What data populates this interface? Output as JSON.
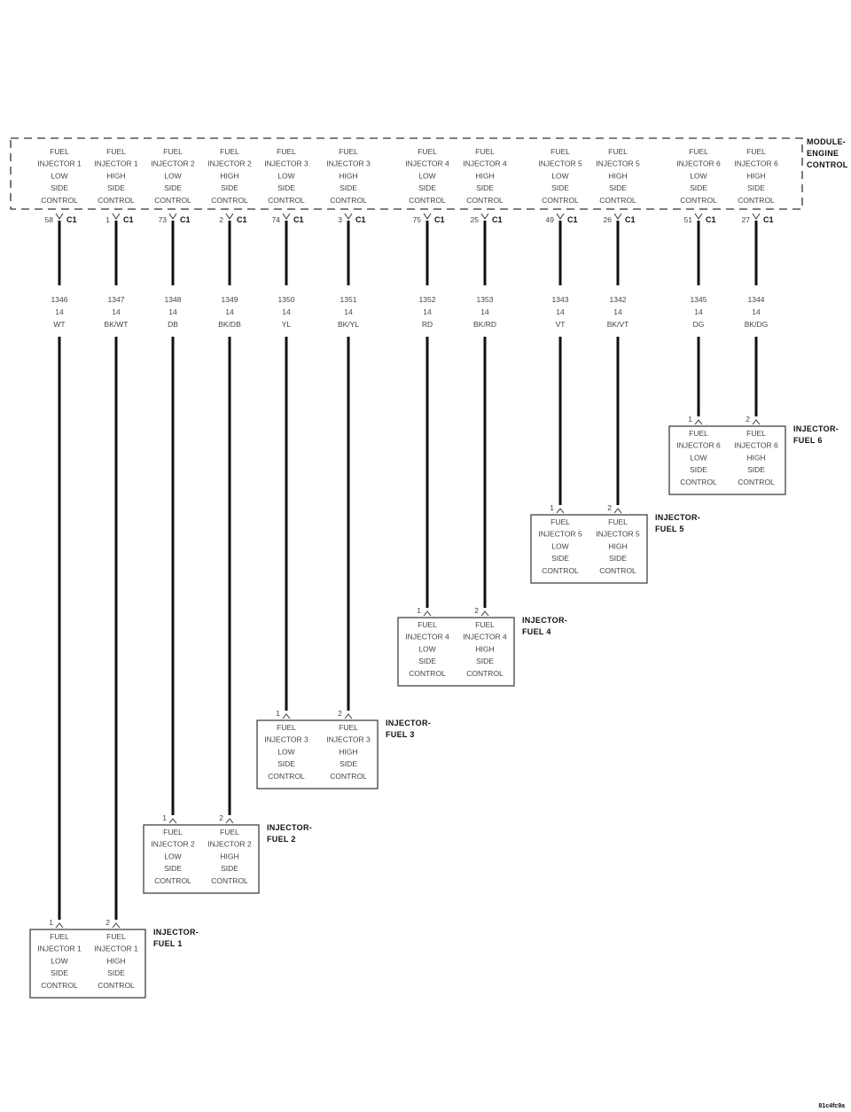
{
  "module": {
    "name_lines": [
      "MODULE-",
      "ENGINE",
      "CONTROL"
    ],
    "connector": "C1",
    "outputs": [
      {
        "lines": [
          "FUEL",
          "INJECTOR 1",
          "LOW",
          "SIDE",
          "CONTROL"
        ],
        "pin": "58"
      },
      {
        "lines": [
          "FUEL",
          "INJECTOR 1",
          "HIGH",
          "SIDE",
          "CONTROL"
        ],
        "pin": "1"
      },
      {
        "lines": [
          "FUEL",
          "INJECTOR 2",
          "LOW",
          "SIDE",
          "CONTROL"
        ],
        "pin": "73"
      },
      {
        "lines": [
          "FUEL",
          "INJECTOR 2",
          "HIGH",
          "SIDE",
          "CONTROL"
        ],
        "pin": "2"
      },
      {
        "lines": [
          "FUEL",
          "INJECTOR 3",
          "LOW",
          "SIDE",
          "CONTROL"
        ],
        "pin": "74"
      },
      {
        "lines": [
          "FUEL",
          "INJECTOR 3",
          "HIGH",
          "SIDE",
          "CONTROL"
        ],
        "pin": "3"
      },
      {
        "lines": [
          "FUEL",
          "INJECTOR 4",
          "LOW",
          "SIDE",
          "CONTROL"
        ],
        "pin": "75"
      },
      {
        "lines": [
          "FUEL",
          "INJECTOR 4",
          "HIGH",
          "SIDE",
          "CONTROL"
        ],
        "pin": "25"
      },
      {
        "lines": [
          "FUEL",
          "INJECTOR 5",
          "LOW",
          "SIDE",
          "CONTROL"
        ],
        "pin": "49"
      },
      {
        "lines": [
          "FUEL",
          "INJECTOR 5",
          "HIGH",
          "SIDE",
          "CONTROL"
        ],
        "pin": "26"
      },
      {
        "lines": [
          "FUEL",
          "INJECTOR 6",
          "LOW",
          "SIDE",
          "CONTROL"
        ],
        "pin": "51"
      },
      {
        "lines": [
          "FUEL",
          "INJECTOR 6",
          "HIGH",
          "SIDE",
          "CONTROL"
        ],
        "pin": "27"
      }
    ]
  },
  "wires": [
    {
      "circuit": "1346",
      "gauge": "14",
      "color": "WT"
    },
    {
      "circuit": "1347",
      "gauge": "14",
      "color": "BK/WT"
    },
    {
      "circuit": "1348",
      "gauge": "14",
      "color": "DB"
    },
    {
      "circuit": "1349",
      "gauge": "14",
      "color": "BK/DB"
    },
    {
      "circuit": "1350",
      "gauge": "14",
      "color": "YL"
    },
    {
      "circuit": "1351",
      "gauge": "14",
      "color": "BK/YL"
    },
    {
      "circuit": "1352",
      "gauge": "14",
      "color": "RD"
    },
    {
      "circuit": "1353",
      "gauge": "14",
      "color": "BK/RD"
    },
    {
      "circuit": "1343",
      "gauge": "14",
      "color": "VT"
    },
    {
      "circuit": "1342",
      "gauge": "14",
      "color": "BK/VT"
    },
    {
      "circuit": "1345",
      "gauge": "14",
      "color": "DG"
    },
    {
      "circuit": "1344",
      "gauge": "14",
      "color": "BK/DG"
    }
  ],
  "injectors": [
    {
      "name_lines": [
        "INJECTOR-",
        "FUEL 1"
      ],
      "pins": [
        "1",
        "2"
      ],
      "low_lines": [
        "FUEL",
        "INJECTOR 1",
        "LOW",
        "SIDE",
        "CONTROL"
      ],
      "high_lines": [
        "FUEL",
        "INJECTOR 1",
        "HIGH",
        "SIDE",
        "CONTROL"
      ]
    },
    {
      "name_lines": [
        "INJECTOR-",
        "FUEL 2"
      ],
      "pins": [
        "1",
        "2"
      ],
      "low_lines": [
        "FUEL",
        "INJECTOR 2",
        "LOW",
        "SIDE",
        "CONTROL"
      ],
      "high_lines": [
        "FUEL",
        "INJECTOR 2",
        "HIGH",
        "SIDE",
        "CONTROL"
      ]
    },
    {
      "name_lines": [
        "INJECTOR-",
        "FUEL 3"
      ],
      "pins": [
        "1",
        "2"
      ],
      "low_lines": [
        "FUEL",
        "INJECTOR 3",
        "LOW",
        "SIDE",
        "CONTROL"
      ],
      "high_lines": [
        "FUEL",
        "INJECTOR 3",
        "HIGH",
        "SIDE",
        "CONTROL"
      ]
    },
    {
      "name_lines": [
        "INJECTOR-",
        "FUEL 4"
      ],
      "pins": [
        "1",
        "2"
      ],
      "low_lines": [
        "FUEL",
        "INJECTOR 4",
        "LOW",
        "SIDE",
        "CONTROL"
      ],
      "high_lines": [
        "FUEL",
        "INJECTOR 4",
        "HIGH",
        "SIDE",
        "CONTROL"
      ]
    },
    {
      "name_lines": [
        "INJECTOR-",
        "FUEL 5"
      ],
      "pins": [
        "1",
        "2"
      ],
      "low_lines": [
        "FUEL",
        "INJECTOR 5",
        "LOW",
        "SIDE",
        "CONTROL"
      ],
      "high_lines": [
        "FUEL",
        "INJECTOR 5",
        "HIGH",
        "SIDE",
        "CONTROL"
      ]
    },
    {
      "name_lines": [
        "INJECTOR-",
        "FUEL 6"
      ],
      "pins": [
        "1",
        "2"
      ],
      "low_lines": [
        "FUEL",
        "INJECTOR 6",
        "LOW",
        "SIDE",
        "CONTROL"
      ],
      "high_lines": [
        "FUEL",
        "INJECTOR 6",
        "HIGH",
        "SIDE",
        "CONTROL"
      ]
    }
  ],
  "figure_ref": "81c4fc9a"
}
